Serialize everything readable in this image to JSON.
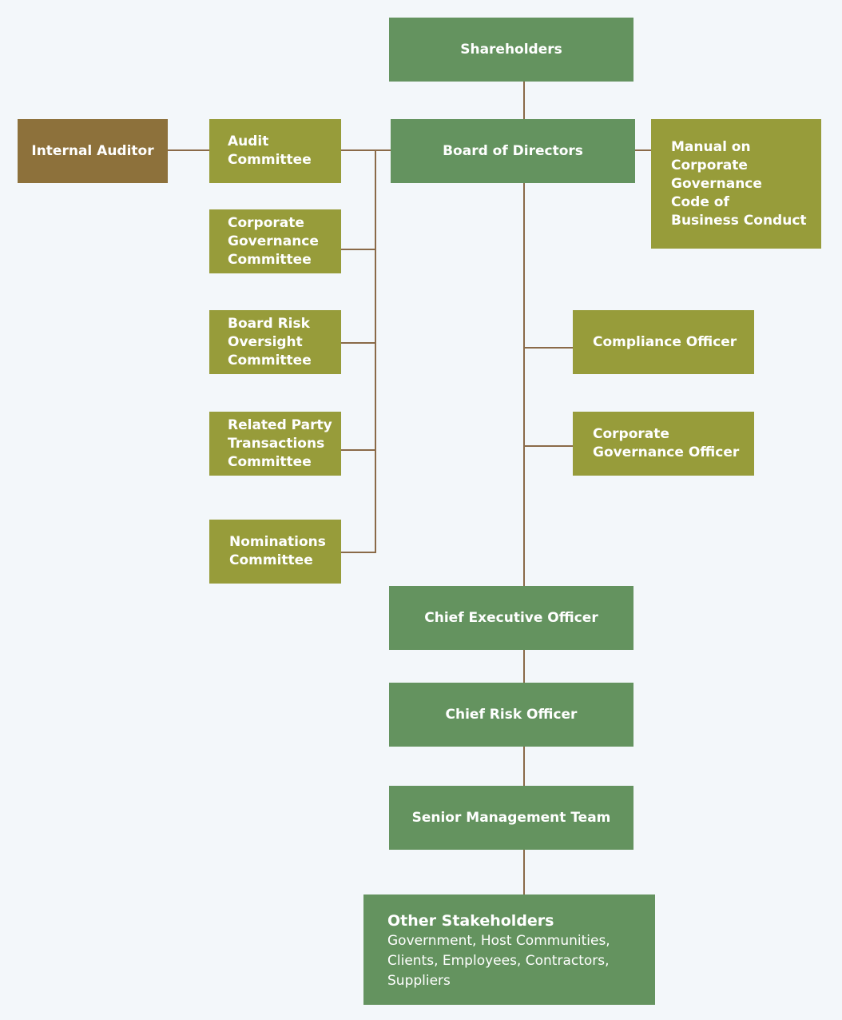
{
  "nodes": {
    "shareholders": "Shareholders",
    "board": "Board of Directors",
    "internal_auditor": "Internal Auditor",
    "audit_committee": "Audit\nCommittee",
    "cg_committee": "Corporate\nGovernance\nCommittee",
    "risk_committee": "Board Risk\nOversight\nCommittee",
    "rpt_committee": "Related Party\nTransactions\nCommittee",
    "nominations_committee": "Nominations\nCommittee",
    "manual": "Manual on\nCorporate\nGovernance\nCode of\nBusiness Conduct",
    "compliance_officer": "Compliance Officer",
    "cg_officer": "Corporate\nGovernance Officer",
    "ceo": "Chief Executive Officer",
    "cro": "Chief Risk Officer",
    "smt": "Senior Management Team",
    "stakeholders_title": "Other Stakeholders",
    "stakeholders_desc": "Government, Host Communities,\nClients, Employees, Contractors,\nSuppliers"
  },
  "colors": {
    "main": "#64935f",
    "committee": "#979c3a",
    "auditor": "#8d713b",
    "connector": "#8a6a48",
    "background": "#f3f7fa"
  }
}
